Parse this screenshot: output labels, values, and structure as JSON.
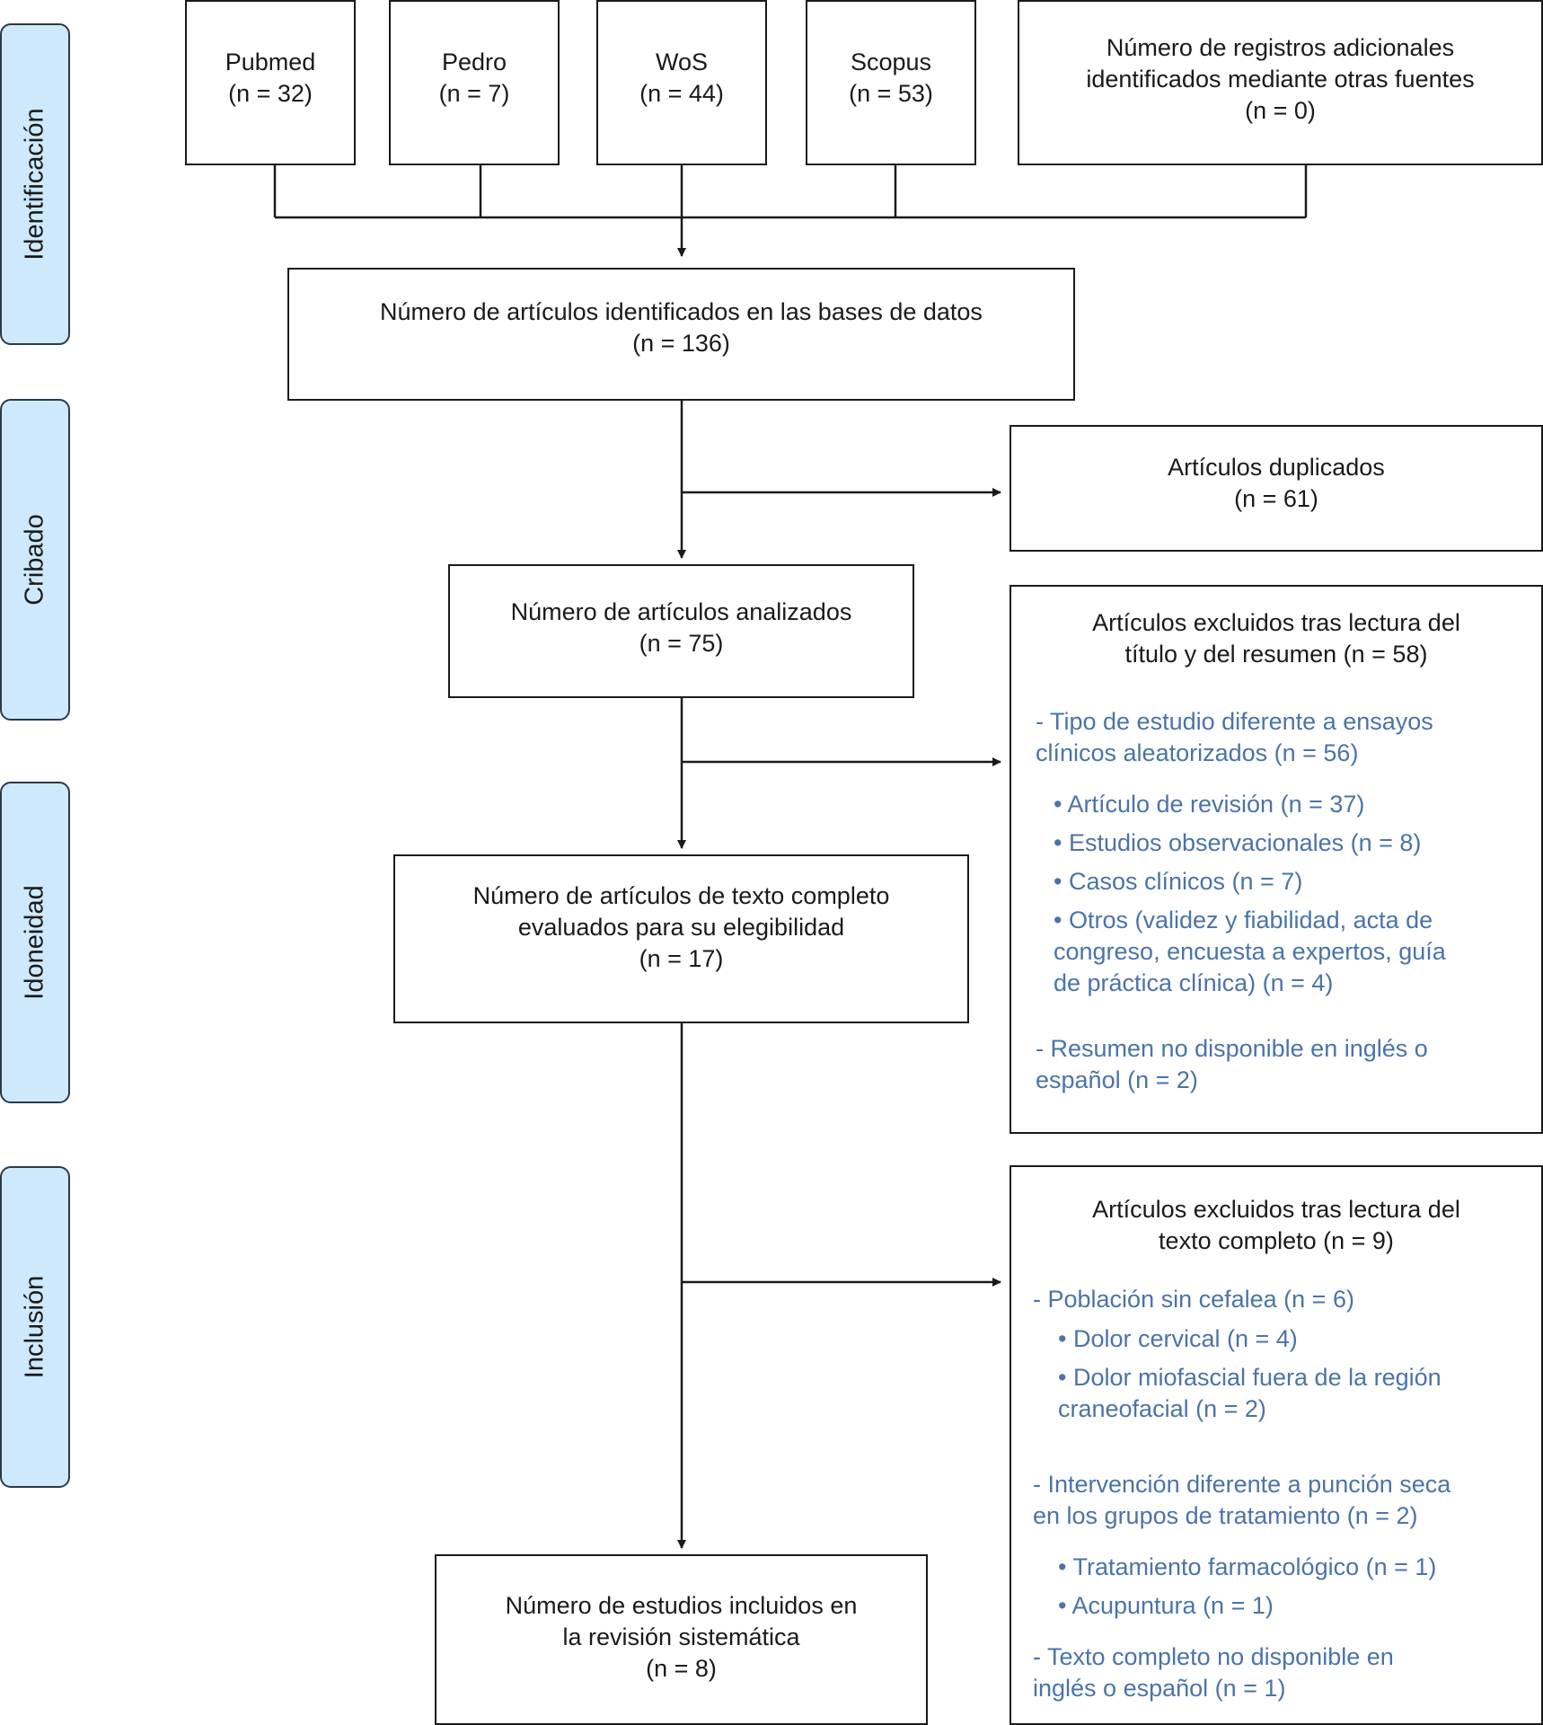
{
  "phases": {
    "identificacion": "Identificación",
    "cribado": "Cribado",
    "idoneidad": "Idoneidad",
    "inclusion": "Inclusión"
  },
  "sources": [
    {
      "name": "Pubmed",
      "n": "(n = 32)"
    },
    {
      "name": "Pedro",
      "n": "(n = 7)"
    },
    {
      "name": "WoS",
      "n": "(n = 44)"
    },
    {
      "name": "Scopus",
      "n": "(n = 53)"
    }
  ],
  "additional": {
    "line1": "Número de registros adicionales",
    "line2": "identificados mediante otras fuentes",
    "n": "(n = 0)"
  },
  "identified": {
    "line1": "Número de artículos identificados en las bases de datos",
    "n": "(n = 136)"
  },
  "duplicates": {
    "line1": "Artículos duplicados",
    "n": "(n = 61)"
  },
  "analyzed": {
    "line1": "Número de artículos analizados",
    "n": "(n = 75)"
  },
  "excluded_title": {
    "line1": "Artículos excluidos tras lectura del",
    "line2": "título y del resumen (n = 58)",
    "reason1_line1": "- Tipo de estudio diferente a ensayos",
    "reason1_line2": "clínicos aleatorizados (n = 56)",
    "b1": "• Artículo de revisión (n = 37)",
    "b2": "• Estudios observacionales (n = 8)",
    "b3": "• Casos clínicos (n = 7)",
    "b4_line1": "• Otros (validez y fiabilidad, acta de",
    "b4_line2": "congreso, encuesta a expertos, guía",
    "b4_line3": "de práctica clínica) (n = 4)",
    "reason2_line1": "- Resumen no disponible en inglés o",
    "reason2_line2": "español (n = 2)"
  },
  "fulltext": {
    "line1": "Número de artículos de texto completo",
    "line2": "evaluados para su elegibilidad",
    "n": "(n = 17)"
  },
  "excluded_full": {
    "line1": "Artículos excluidos tras lectura del",
    "line2": "texto completo (n = 9)",
    "r1": "- Población sin cefalea (n = 6)",
    "r1b1": "• Dolor cervical (n = 4)",
    "r1b2_line1": "• Dolor miofascial fuera de la región",
    "r1b2_line2": "craneofacial (n = 2)",
    "r2_line1": "- Intervención diferente a punción seca",
    "r2_line2": "en los grupos de tratamiento (n = 2)",
    "r2b1": "• Tratamiento farmacológico (n = 1)",
    "r2b2": "• Acupuntura (n = 1)",
    "r3_line1": "- Texto completo no disponible en",
    "r3_line2": "inglés o español (n = 1)"
  },
  "included": {
    "line1": "Número de estudios incluidos en",
    "line2": "la revisión sistemática",
    "n": "(n = 8)"
  },
  "colors": {
    "phase_fill": "#cde9fb",
    "reason_text": "#4a74a8",
    "line": "#1a1a1a"
  }
}
